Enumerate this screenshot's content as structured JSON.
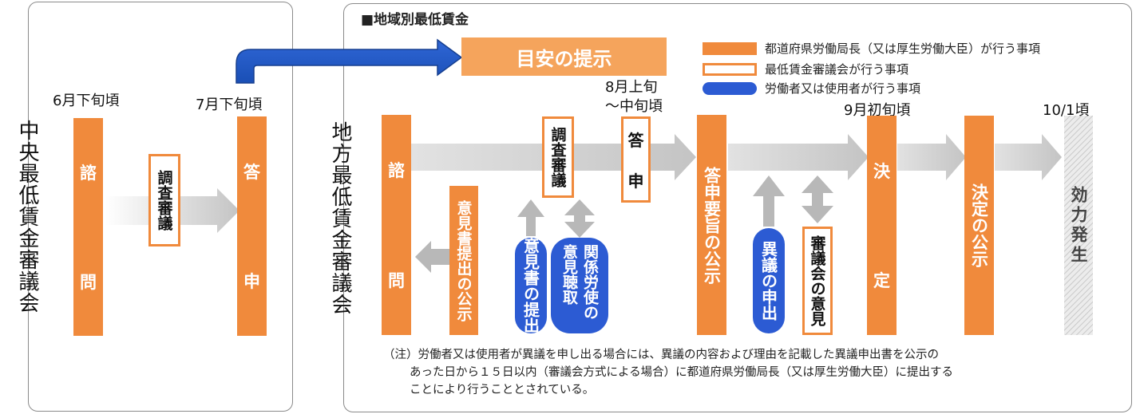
{
  "central": {
    "label": "中央最低賃金審議会",
    "inquiry": "諮問",
    "deliberation": "調査審議",
    "report": "答申",
    "date_inquiry": "6月下旬頃",
    "date_report": "7月下旬頃"
  },
  "regional": {
    "section_title": "■地域別最低賃金",
    "label": "地方最低賃金審議会",
    "guideline": "目安の提示",
    "inquiry": "諮問",
    "opinion_notice": "意見書提出の公示",
    "opinion_submit": "意見書の提出",
    "hearing": "関係労使の意見聴取",
    "deliberation": "調査審議",
    "report": "答申",
    "report_summary": "答申要旨の公示",
    "objection": "異議の申出",
    "council_opinion": "審議会の意見",
    "decision": "決定",
    "decision_notice": "決定の公示",
    "effective": "効力発生",
    "date_report": "8月上旬\n～中旬頃",
    "date_decision": "9月初旬頃",
    "date_effective": "10/1頃"
  },
  "legend": [
    {
      "label": "都道府県労働局長（又は厚生労働大臣）が行う事項",
      "style": "orange-fill"
    },
    {
      "label": "最低賃金審議会が行う事項",
      "style": "orange-outline"
    },
    {
      "label": "労働者又は使用者が行う事項",
      "style": "blue-pill"
    }
  ],
  "note": {
    "line1": "（注）労働者又は使用者が異議を申し出る場合には、異議の内容および理由を記載した異議申出書を公示の",
    "line2": "あった日から１５日以内（審議会方式による場合）に都道府県労働局長（又は厚生労働大臣）に提出する",
    "line3": "ことにより行うこととされている。"
  },
  "colors": {
    "orange": "#f08a3c",
    "blue": "#2c5bd3",
    "gray_arrow": "#c8c8c8",
    "guideline_box": "#f5a45c"
  }
}
